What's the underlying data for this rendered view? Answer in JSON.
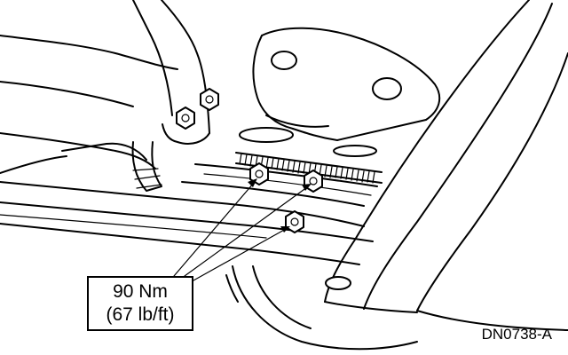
{
  "callout": {
    "line1": "90 Nm",
    "line2": "(67 lb/ft)"
  },
  "figure_id": "DN0738-A"
}
